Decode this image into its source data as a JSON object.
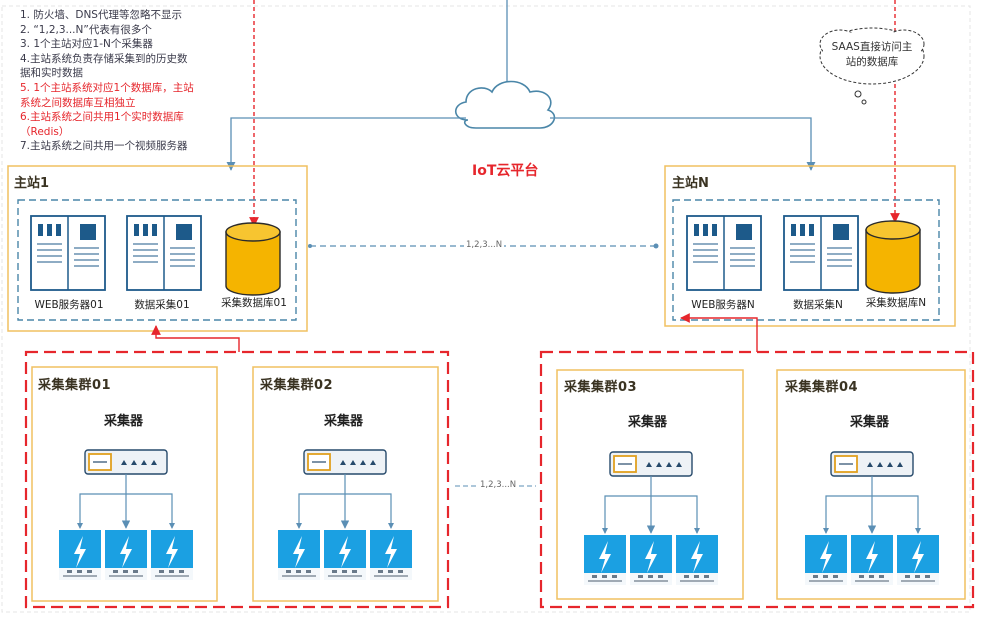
{
  "notes": [
    {
      "text": "1. 防火墙、DNS代理等忽略不显示",
      "color": "black"
    },
    {
      "text": "2. “1,2,3...N”代表有很多个",
      "color": "black"
    },
    {
      "text": "3. 1个主站对应1-N个采集器",
      "color": "black"
    },
    {
      "text": "4.主站系统负责存储采集到的历史数",
      "color": "black"
    },
    {
      "text": "据和实时数据",
      "color": "black"
    },
    {
      "text": "5. 1个主站系统对应1个数据库，主站",
      "color": "red"
    },
    {
      "text": "系统之间数据库互相独立",
      "color": "red"
    },
    {
      "text": "6.主站系统之间共用1个实时数据库",
      "color": "red"
    },
    {
      "text": "（Redis）",
      "color": "red"
    },
    {
      "text": "7.主站系统之间共用一个视频服务器",
      "color": "black"
    }
  ],
  "cloud": {
    "title": "IoT云平台"
  },
  "saas_callout": {
    "line1": "SAAS直接访问主",
    "line2": "站的数据库"
  },
  "stations": [
    {
      "label": "主站1",
      "web": "WEB服务器01",
      "collect": "数据采集01",
      "db": "采集数据库01"
    },
    {
      "label": "主站N",
      "web": "WEB服务器N",
      "collect": "数据采集N",
      "db": "采集数据库N"
    }
  ],
  "station_link_label": "1,2,3...N",
  "cluster_link_label": "1,2,3...N",
  "clusters": [
    {
      "label": "采集集群01",
      "collector": "采集器"
    },
    {
      "label": "采集集群02",
      "collector": "采集器"
    },
    {
      "label": "采集集群03",
      "collector": "采集器"
    },
    {
      "label": "采集集群04",
      "collector": "采集器"
    }
  ],
  "colors": {
    "orange": "#f0c060",
    "blue_dash": "#4a86a8",
    "red": "#e6262c",
    "db": "#f5b400",
    "meter": "#1ba0e2",
    "line": "#5b8fb5"
  }
}
